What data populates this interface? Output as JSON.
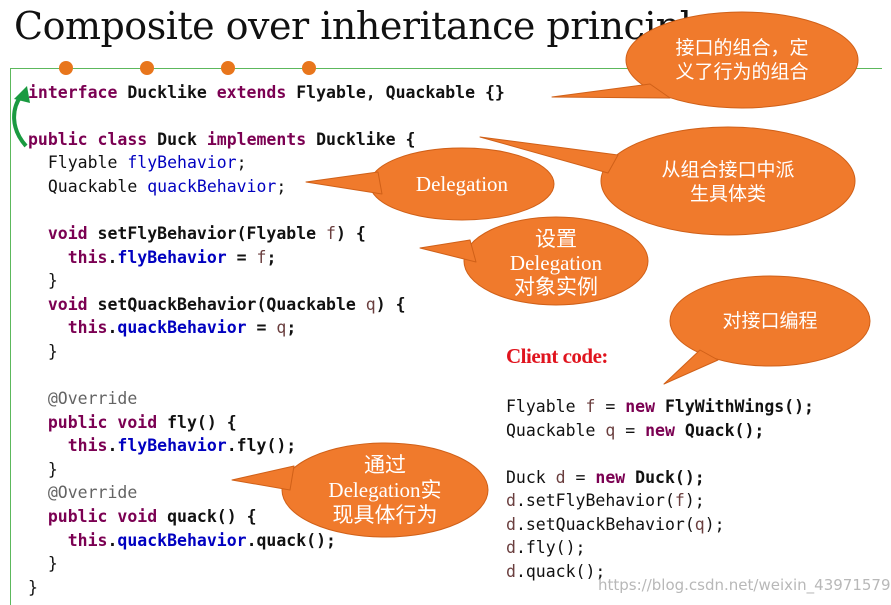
{
  "title": "Composite over inheritance principle",
  "colors": {
    "bubble": "#f07a2c",
    "bubble_stroke": "#d06018",
    "frame": "#5cb85c",
    "keyword": "#7b0052",
    "field": "#0000c0",
    "param": "#6a3e3e",
    "annotation": "#646464",
    "client_label": "#e0141e"
  },
  "icons": [
    "curved-arrow-icon"
  ],
  "code": {
    "line1": {
      "k1": "interface",
      "t1": " Ducklike ",
      "k2": "extends",
      "t2": " Flyable, Quackable {}"
    },
    "line2": {
      "k1": "public",
      "s1": " ",
      "k2": "class",
      "t1": " Duck ",
      "k3": "implements",
      "t2": " Ducklike {"
    },
    "line3": {
      "type": "  Flyable ",
      "field": "flyBehavior",
      "end": ";"
    },
    "line4": {
      "type": "  Quackable ",
      "field": "quackBehavior",
      "end": ";"
    },
    "line5": {
      "k1": "  void",
      "t1": " setFlyBehavior(Flyable ",
      "p": "f",
      "t2": ") {"
    },
    "line6": {
      "k1": "    this",
      "dot": ".",
      "field": "flyBehavior",
      "eq": " = ",
      "p": "f",
      "end": ";"
    },
    "line7": {
      "text": "  }"
    },
    "line8": {
      "k1": "  void",
      "t1": " setQuackBehavior(Quackable ",
      "p": "q",
      "t2": ") {"
    },
    "line9": {
      "k1": "    this",
      "dot": ".",
      "field": "quackBehavior",
      "eq": " = ",
      "p": "q",
      "end": ";"
    },
    "line10": {
      "text": "  }"
    },
    "line11": {
      "ann": "  @Override"
    },
    "line12": {
      "k1": "  public",
      "s1": " ",
      "k2": "void",
      "t1": " fly() {"
    },
    "line13": {
      "k1": "    this",
      "dot": ".",
      "field": "flyBehavior",
      "t1": ".fly();"
    },
    "line14": {
      "text": "  }"
    },
    "line15": {
      "ann": "  @Override"
    },
    "line16": {
      "k1": "  public",
      "s1": " ",
      "k2": "void",
      "t1": " quack() {"
    },
    "line17": {
      "k1": "    this",
      "dot": ".",
      "field": "quackBehavior",
      "t1": ".quack();"
    },
    "line18": {
      "text": "  }"
    },
    "line19": {
      "text": "}"
    }
  },
  "client": {
    "label": "Client code:",
    "c1": {
      "type": "Flyable ",
      "var": "f",
      "eq": " = ",
      "kw": "new",
      "call": " FlyWithWings();"
    },
    "c2": {
      "type": "Quackable ",
      "var": "q",
      "eq": " = ",
      "kw": "new",
      "call": " Quack();"
    },
    "c3": {
      "type": "Duck ",
      "var": "d",
      "eq": " = ",
      "kw": "new",
      "call": " Duck();"
    },
    "c4": {
      "var": "d",
      "t1": ".setFlyBehavior(",
      "p": "f",
      "t2": ");"
    },
    "c5": {
      "var": "d",
      "t1": ".setQuackBehavior(",
      "p": "q",
      "t2": ");"
    },
    "c6": {
      "var": "d",
      "t1": ".fly();"
    },
    "c7": {
      "var": "d",
      "t1": ".quack();"
    }
  },
  "bubbles": {
    "b1": {
      "line1": "接口的组合，定",
      "line2": "义了行为的组合"
    },
    "b2": {
      "line1": "从组合接口中派",
      "line2": "生具体类"
    },
    "b3": {
      "line1": "Delegation"
    },
    "b4": {
      "line1": "设置",
      "line2": "Delegation",
      "line3": "对象实例"
    },
    "b5": {
      "line1": "对接口编程"
    },
    "b6": {
      "line1": "通过",
      "line2": "Delegation实",
      "line3": "现具体行为"
    }
  },
  "watermark": "https://blog.csdn.net/weixin_43971579"
}
